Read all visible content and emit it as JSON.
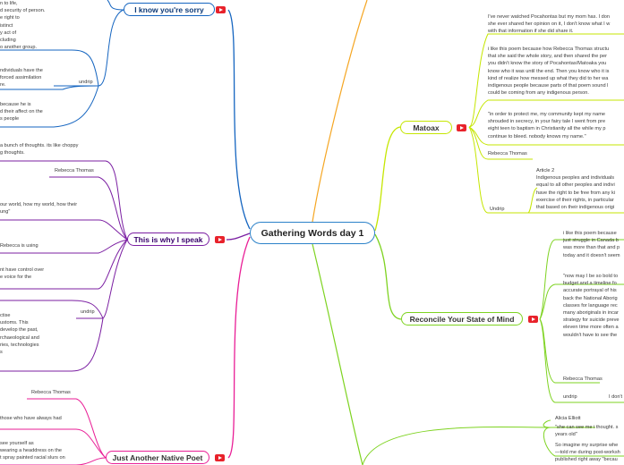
{
  "central_topic": "Gathering Words day 1",
  "branches": {
    "sorry": {
      "title": "I know you're sorry",
      "texts": [
        "n to life,",
        "d security of person.",
        "e right to",
        "istinct",
        "y act of",
        "cluding",
        "o another group."
      ],
      "undrip_label": "undrip",
      "texts2": [
        "ndividuals have the",
        "forced assimilation",
        "re."
      ],
      "texts3": [
        "because he is",
        "d their affect on the",
        "s people"
      ]
    },
    "speak": {
      "title": "This is why I speak",
      "intro": [
        "a bunch of thoughts.  its like choppy",
        "g thoughts."
      ],
      "author": "Rebecca Thomas",
      "quote": [
        "our world, how my world, how their",
        "ung\""
      ],
      "note": "Rebecca is using",
      "more": [
        "nt have control over",
        "e voice for the"
      ],
      "undrip_label": "undrip",
      "article": [
        "ctise",
        "ustoms. This",
        "develop the past,",
        "",
        "rchaeological and",
        "ries, technologies",
        "s"
      ]
    },
    "poet": {
      "title": "Just Another Native Poet",
      "author": "Rebecca Thomas",
      "text1": "those who have always had",
      "text2": [
        "see yourself as",
        "wearing a headdress on the",
        "t spray painted racial slurs on"
      ]
    },
    "matoax": {
      "title": "Matoax",
      "text1": [
        "I've never watched Pocahontas but my mom has. I don",
        "she ever shared her opinion on it, I don't know what I w",
        "with that information if she did share it."
      ],
      "text2": [
        "i like this poem because how Rebecca Thomas  structu",
        "that she said the whole story, and then shared the per",
        "you didn't know the story of Pocahontas/Matoaka you",
        "know who it was until the end. Then you know who it is",
        "kind of realize how messed up what they did to her wa",
        "indigenous people because parts of that poem sound l",
        "could be coming from any indigenous person."
      ],
      "quote": [
        "\"in order to protect me, my community kept my name",
        "shrouded in secrecy, in your fairy tale I went from pre",
        "eight teen to baptism in Christianity all the while my p",
        "continue to bleed. nobody knows my name.\""
      ],
      "author": "Rebecca Thomas",
      "undrip_label": "Undrip",
      "article": [
        "Article 2",
        "Indigenous peoples and individuals",
        "equal to all other peoples and indivi",
        "have the right to be free from any ki",
        "exercise of their rights, in particular",
        "that based on their indigenous origi"
      ]
    },
    "reconcile": {
      "title": "Reconcile Your State of Mind",
      "text1": [
        "i like this poem because",
        "just struggle in Canada b",
        "was more than that and p",
        "today and it doesn't seem"
      ],
      "quote": [
        "\"now may I be so bold to",
        "budget and a timeline fo",
        "accurate portrayal of his",
        "back the National Aborig",
        "classes for language rec",
        "many aboriginals in incar",
        "strategy for suicide preve",
        "eleven time more often a",
        "wouldn't have to see the"
      ],
      "author": "Rebecca Thomas",
      "undrip_label": "undrip",
      "undrip_text": "I don't"
    },
    "alicia": {
      "author": "Alicia Elliott",
      "quote": [
        "\"she can see me i thought. s",
        "years old\""
      ],
      "text": [
        "So imagine my surprise whe",
        "—told me during post-worksh",
        "published right away \"becau"
      ]
    }
  },
  "colors": {
    "central_border": "#2c82c9",
    "sorry": "#1565c0",
    "speak": "#7b1fa2",
    "poet": "#e91e96",
    "matoax": "#c5e600",
    "reconcile": "#7ed321",
    "top_orange": "#f5a623",
    "youtube": "#e8222b"
  },
  "icons": [
    "youtube-icon"
  ]
}
